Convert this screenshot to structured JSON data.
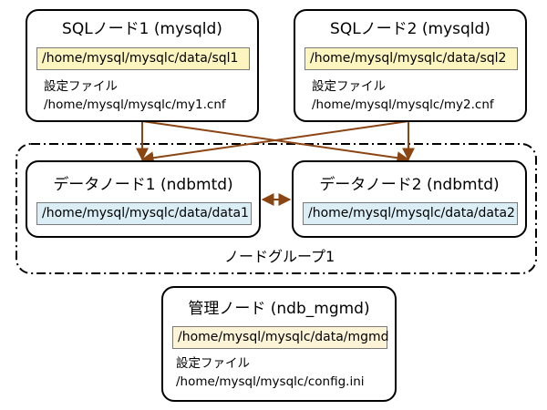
{
  "colors": {
    "arrow": "#8b4513",
    "border": "#000000",
    "path_yellow": "#fdf5c0",
    "path_blue": "#dbeef5",
    "path_cream": "#fdf4d8"
  },
  "sql_node_1": {
    "title": "SQLノード1 (mysqld)",
    "data_dir": "/home/mysql/mysqlc/data/sql1",
    "config_label": "設定ファイル",
    "config_path": "/home/mysql/mysqlc/my1.cnf"
  },
  "sql_node_2": {
    "title": "SQLノード2 (mysqld)",
    "data_dir": "/home/mysql/mysqlc/data/sql2",
    "config_label": "設定ファイル",
    "config_path": "/home/mysql/mysqlc/my2.cnf"
  },
  "data_node_1": {
    "title": "データノード1 (ndbmtd)",
    "data_dir": "/home/mysql/mysqlc/data/data1"
  },
  "data_node_2": {
    "title": "データノード2 (ndbmtd)",
    "data_dir": "/home/mysql/mysqlc/data/data2"
  },
  "node_group": {
    "label": "ノードグループ1"
  },
  "mgmt_node": {
    "title": "管理ノード (ndb_mgmd)",
    "data_dir": "/home/mysql/mysqlc/data/mgmd",
    "config_label": "設定ファイル",
    "config_path": "/home/mysql/mysqlc/config.ini"
  }
}
